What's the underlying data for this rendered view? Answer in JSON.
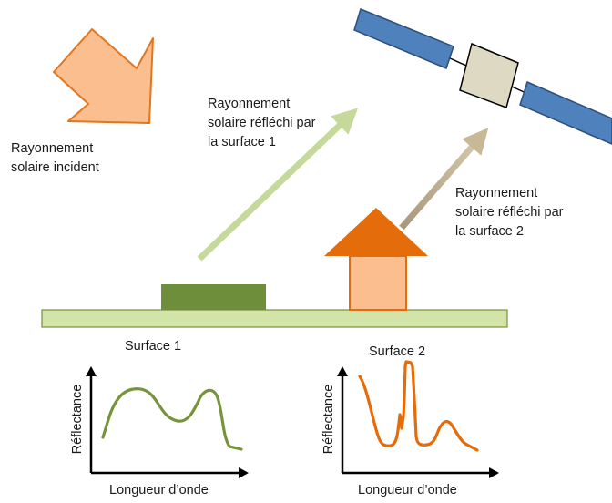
{
  "diagram": {
    "incident_label": [
      "Rayonnement",
      "solaire incident"
    ],
    "reflected_label_1": [
      "Rayonnement",
      "solaire réfléchi par",
      "la surface 1"
    ],
    "reflected_label_2": [
      "Rayonnement",
      "solaire réfléchi par",
      "la surface 2"
    ],
    "surface_1_label": "Surface 1",
    "surface_2_label": "Surface 2",
    "graph_1": {
      "ylabel": "Réflectance",
      "xlabel": "Longueur d’onde"
    },
    "graph_2": {
      "ylabel": "Réflectance",
      "xlabel": "Longueur d’onde"
    },
    "colors": {
      "incident_arrow_fill": "#FBBF8F",
      "incident_arrow_stroke": "#E2761F",
      "ground_fill": "#D3E4A9",
      "ground_stroke": "#76923C",
      "surface_1_fill": "#6E8E3B",
      "house_roof": "#E46C0A",
      "house_body": "#FBBF8F",
      "reflected_arrow_1": "#C4D99A",
      "reflected_arrow_2": "#C9B896",
      "satellite_body": "#DDD9C3",
      "satellite_panel": "#4F81BD",
      "curve_1": "#77933C",
      "curve_2": "#E46C0A"
    }
  }
}
